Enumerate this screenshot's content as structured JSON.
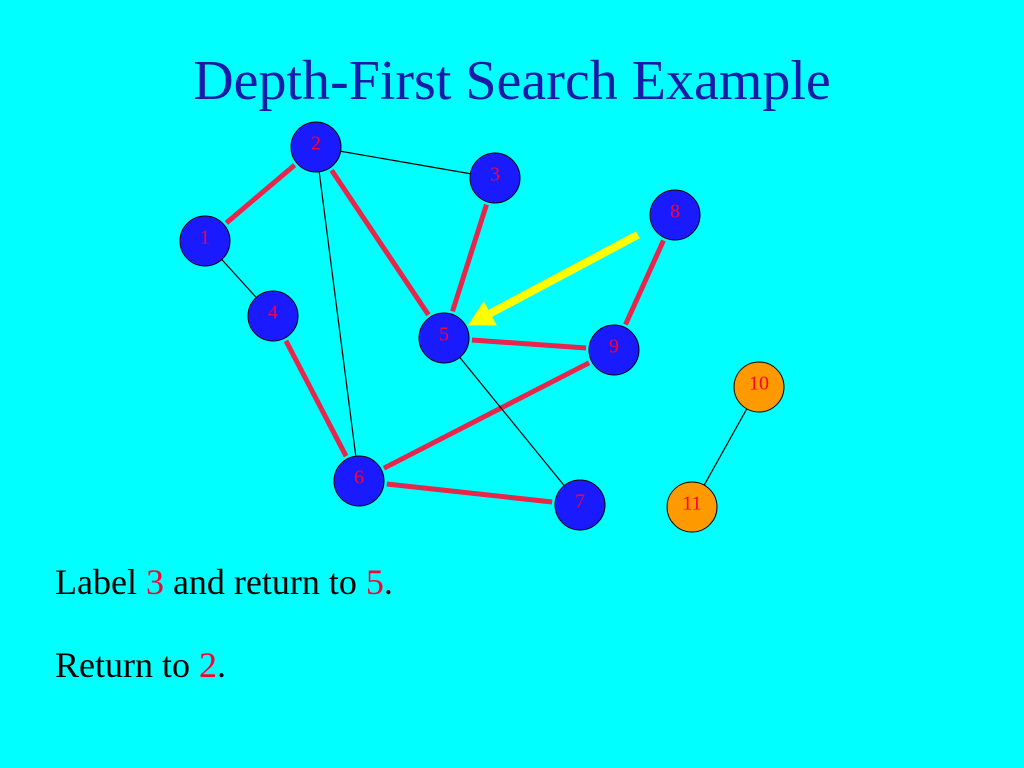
{
  "slide": {
    "title": "Depth-First Search Example"
  },
  "colors": {
    "background": "#00ffff",
    "title": "#1a1aa8",
    "visited_node": "#1a1aff",
    "unvisited_node": "#ff9900",
    "label_text": "#ff0033",
    "tree_edge": "#e8254a",
    "plain_edge": "#000000",
    "arrow": "#ffff00"
  },
  "graph": {
    "nodes": [
      {
        "id": "1",
        "state": "visited"
      },
      {
        "id": "2",
        "state": "visited"
      },
      {
        "id": "3",
        "state": "visited"
      },
      {
        "id": "4",
        "state": "visited"
      },
      {
        "id": "5",
        "state": "visited"
      },
      {
        "id": "6",
        "state": "visited"
      },
      {
        "id": "7",
        "state": "visited"
      },
      {
        "id": "8",
        "state": "visited"
      },
      {
        "id": "9",
        "state": "visited"
      },
      {
        "id": "10",
        "state": "unvisited"
      },
      {
        "id": "11",
        "state": "unvisited"
      }
    ],
    "edges": [
      {
        "from": "1",
        "to": "2",
        "type": "tree"
      },
      {
        "from": "2",
        "to": "5",
        "type": "tree"
      },
      {
        "from": "3",
        "to": "5",
        "type": "tree"
      },
      {
        "from": "5",
        "to": "9",
        "type": "tree"
      },
      {
        "from": "8",
        "to": "9",
        "type": "tree"
      },
      {
        "from": "9",
        "to": "6",
        "type": "tree"
      },
      {
        "from": "4",
        "to": "6",
        "type": "tree"
      },
      {
        "from": "6",
        "to": "7",
        "type": "tree"
      },
      {
        "from": "2",
        "to": "3",
        "type": "plain"
      },
      {
        "from": "2",
        "to": "6",
        "type": "plain"
      },
      {
        "from": "1",
        "to": "4",
        "type": "plain"
      },
      {
        "from": "5",
        "to": "7",
        "type": "plain"
      },
      {
        "from": "10",
        "to": "11",
        "type": "plain"
      }
    ],
    "arrow": {
      "from": "8",
      "to": "5"
    }
  },
  "captions": {
    "line1": {
      "prefix": "Label ",
      "node_a": "3",
      "middle": " and return to ",
      "node_b": "5",
      "suffix": "."
    },
    "line2": {
      "prefix": "Return to ",
      "node": "2",
      "suffix": "."
    }
  }
}
